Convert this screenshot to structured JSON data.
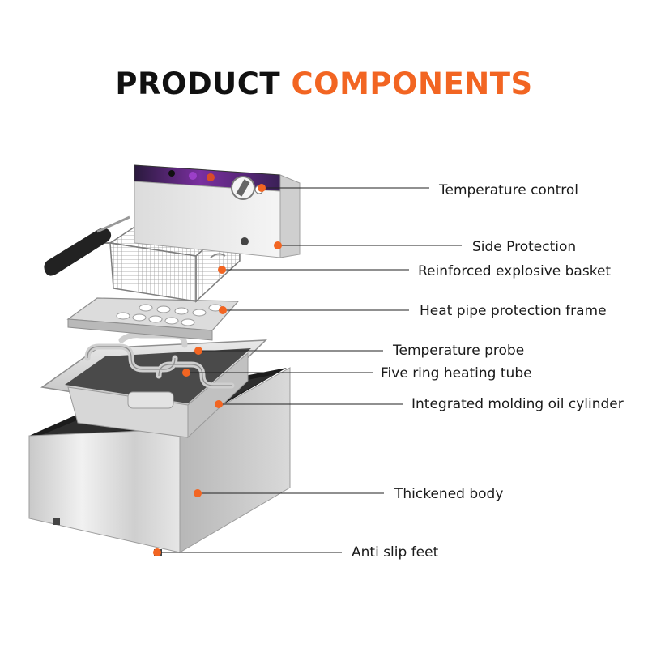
{
  "title": {
    "part1": "PRODUCT",
    "part2": "COMPONENTS"
  },
  "colors": {
    "accent": "#f26522",
    "dark": "#111111",
    "panel": "#6a2c8c"
  },
  "labels": {
    "temperature_control": "Temperature control",
    "side_protection": "Side Protection",
    "basket": "Reinforced explosive basket",
    "heat_pipe_frame": "Heat pipe protection frame",
    "temperature_probe": "Temperature probe",
    "heating_tube": "Five ring heating tube",
    "oil_cylinder": "Integrated molding oil cylinder",
    "body": "Thickened body",
    "feet": "Anti slip feet"
  }
}
